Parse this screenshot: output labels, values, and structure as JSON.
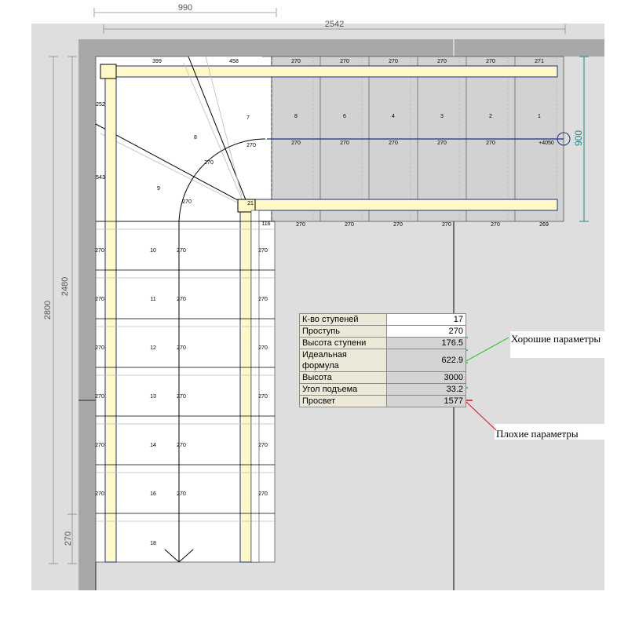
{
  "dimensions": {
    "top_short": "990",
    "top_long": "2542",
    "left_total": "2800",
    "left_inner": "2480",
    "left_bottom": "270",
    "right_height": "900"
  },
  "top_flight": {
    "step_numbers": [
      "8",
      "6",
      "4",
      "3",
      "2",
      "1"
    ],
    "widths_top": [
      "270",
      "270",
      "270",
      "270",
      "270",
      "271"
    ],
    "widths_mid": [
      "270",
      "270",
      "270",
      "270",
      "270"
    ],
    "widths_bottom": [
      "270",
      "270",
      "270",
      "270",
      "270",
      "269"
    ],
    "mid_extra": "+4050"
  },
  "winder": {
    "top_a": "399",
    "top_b": "458",
    "step_7": "7",
    "step_8": "8",
    "step_9": "9",
    "w1": "270",
    "w2": "270",
    "w3": "270",
    "post_a": "21",
    "post_b": "116",
    "left_a": "252",
    "left_b": "543"
  },
  "lower_flight": {
    "step_numbers": [
      "10",
      "11",
      "12",
      "13",
      "14",
      "16",
      "18"
    ],
    "width": "270"
  },
  "params_table": {
    "rows": [
      {
        "label": "К-во ступеней",
        "value": "17"
      },
      {
        "label": "Проступь",
        "value": "270"
      },
      {
        "label": "Высота ступени",
        "value": "176.5"
      },
      {
        "label": "Идеальная формула",
        "value": "622.9"
      },
      {
        "label": "Высота",
        "value": "3000"
      },
      {
        "label": "Угол подъема",
        "value": "33.2"
      },
      {
        "label": "Просвет",
        "value": "1577"
      }
    ]
  },
  "notes": {
    "good": "Хорошие параметры",
    "bad": "Плохие параметры"
  },
  "colors": {
    "wall": "#a8a8a8",
    "floor": "#dedede",
    "stringer": "#fff9c8",
    "rail": "#1a2f8a",
    "good_mark": "#22cc22",
    "bad_mark": "#dd1111"
  }
}
